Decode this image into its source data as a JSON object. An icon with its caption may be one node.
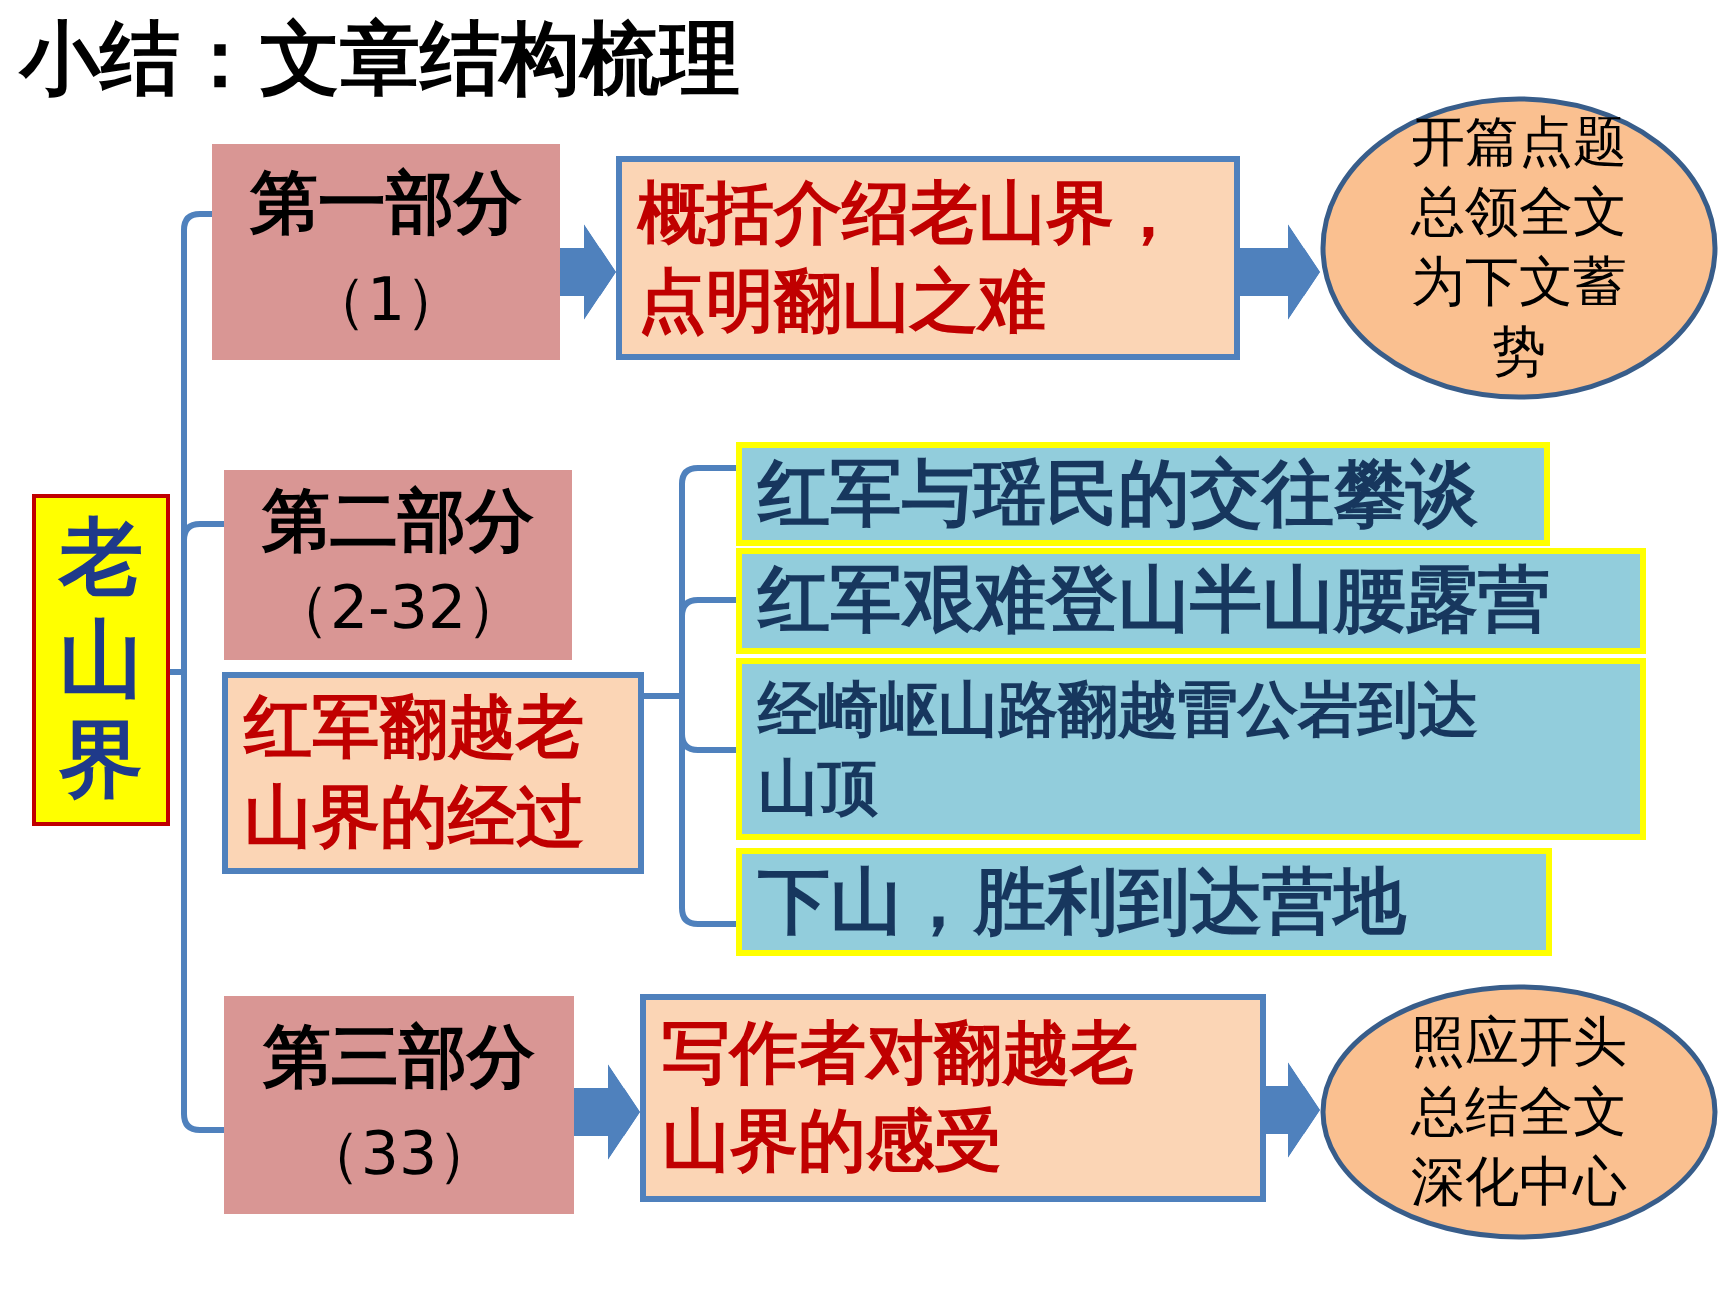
{
  "diagram": {
    "title": "小结：文章结构梳理",
    "nodes": [
      {
        "text": [
          "老山界"
        ]
      },
      {
        "text": [
          "第一部分",
          "（1）"
        ]
      },
      {
        "text": [
          "概括介绍老山界，点明翻山之难"
        ]
      },
      {
        "text": [
          "开篇点题总领全文为下文蓄势"
        ]
      },
      {
        "text": [
          "第二部分",
          "（2-32）"
        ]
      },
      {
        "text": [
          "红军翻越老山界的经过"
        ]
      },
      {
        "text": [
          "红军与瑶民的交往攀谈"
        ]
      },
      {
        "text": [
          "红军艰难登山半山腰露营"
        ]
      },
      {
        "text": [
          "经崎岖山路翻越雷公岩到达山顶"
        ]
      },
      {
        "text": [
          "下山，胜利到达营地"
        ]
      },
      {
        "text": [
          "第三部分",
          "（33）"
        ]
      },
      {
        "text": [
          "写作者对翻越老山界的感受"
        ]
      },
      {
        "text": [
          "照应开头总结全文深化中心"
        ]
      }
    ],
    "edges": [
      {
        "from": 0,
        "to": 1,
        "arrow": "none"
      },
      {
        "from": 0,
        "to": 4,
        "arrow": "none"
      },
      {
        "from": 0,
        "to": 10,
        "arrow": "none"
      },
      {
        "from": 1,
        "to": 2,
        "arrow": "to",
        "style": "thick"
      },
      {
        "from": 2,
        "to": 3,
        "arrow": "to",
        "style": "thick"
      },
      {
        "from": 5,
        "to": 6,
        "arrow": "none"
      },
      {
        "from": 5,
        "to": 7,
        "arrow": "none"
      },
      {
        "from": 5,
        "to": 8,
        "arrow": "none"
      },
      {
        "from": 5,
        "to": 9,
        "arrow": "none"
      },
      {
        "from": 10,
        "to": 11,
        "arrow": "to",
        "style": "thick"
      },
      {
        "from": 11,
        "to": 12,
        "arrow": "to",
        "style": "thick"
      }
    ]
  }
}
